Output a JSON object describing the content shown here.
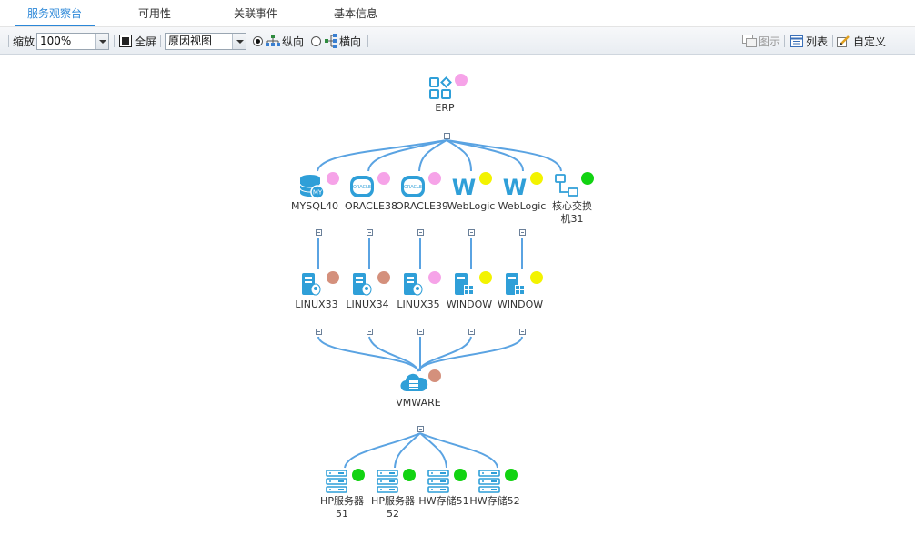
{
  "tabs": [
    {
      "label": "服务观察台",
      "active": true
    },
    {
      "label": "可用性",
      "active": false
    },
    {
      "label": "关联事件",
      "active": false
    },
    {
      "label": "基本信息",
      "active": false
    }
  ],
  "toolbar": {
    "zoom_label": "缩放",
    "zoom_value": "100%",
    "fullscreen_label": "全屏",
    "view_value": "原因视图",
    "vertical_label": "纵向",
    "horizontal_label": "横向",
    "orientation_selected": "纵向",
    "legend_label": "图示",
    "list_label": "列表",
    "custom_label": "自定义"
  },
  "status_colors": {
    "pink": "#f6a3e8",
    "yellow": "#f3f300",
    "green": "#12d312",
    "brown": "#d4907c"
  },
  "accent_color": "#2b87d8",
  "topology": {
    "root": {
      "label": "ERP",
      "icon": "business-app-icon",
      "status": "pink"
    },
    "middleware": [
      {
        "label": "MYSQL40",
        "icon": "mysql-db-icon",
        "status": "pink"
      },
      {
        "label": "ORACLE38",
        "icon": "oracle-db-icon",
        "status": "pink"
      },
      {
        "label": "ORACLE39",
        "icon": "oracle-db-icon",
        "status": "pink"
      },
      {
        "label": "WebLogic",
        "icon": "weblogic-icon",
        "status": "yellow"
      },
      {
        "label": "WebLogic",
        "icon": "weblogic-icon",
        "status": "yellow"
      },
      {
        "label": "核心交换机31",
        "icon": "network-switch-icon",
        "status": "green"
      }
    ],
    "hosts": [
      {
        "label": "LINUX33",
        "icon": "linux-server-icon",
        "status": "brown"
      },
      {
        "label": "LINUX34",
        "icon": "linux-server-icon",
        "status": "brown"
      },
      {
        "label": "LINUX35",
        "icon": "linux-server-icon",
        "status": "pink"
      },
      {
        "label": "WINDOW",
        "icon": "windows-server-icon",
        "status": "yellow"
      },
      {
        "label": "WINDOW",
        "icon": "windows-server-icon",
        "status": "yellow"
      }
    ],
    "virtualization": {
      "label": "VMWARE",
      "icon": "vmware-cloud-icon",
      "status": "brown"
    },
    "hardware": [
      {
        "label": "HP服务器51",
        "icon": "rack-server-icon",
        "status": "green"
      },
      {
        "label": "HP服务器52",
        "icon": "rack-server-icon",
        "status": "green"
      },
      {
        "label": "HW存储51",
        "icon": "storage-icon",
        "status": "green"
      },
      {
        "label": "HW存储52",
        "icon": "storage-icon",
        "status": "green"
      }
    ]
  }
}
